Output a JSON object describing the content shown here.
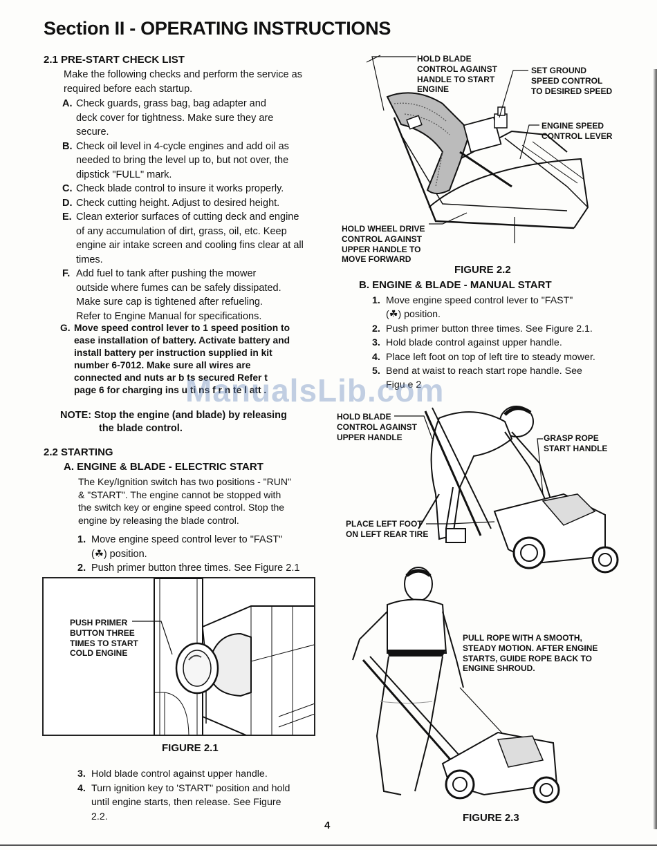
{
  "header": {
    "title": "Section II - OPERATING INSTRUCTIONS"
  },
  "s21": {
    "heading": "2.1 PRE-START CHECK LIST",
    "intro": [
      "Make the following checks and perform the service as",
      "required before each startup."
    ],
    "items": [
      {
        "k": "A.",
        "lines": [
          "Check guards, grass bag, bag adapter and",
          "deck cover for tightness. Make sure they are",
          "secure."
        ]
      },
      {
        "k": "B.",
        "lines": [
          "Check oil level in 4-cycle engines and add oil as",
          "needed to bring the level up to, but not over, the",
          "dipstick \"FULL\" mark."
        ]
      },
      {
        "k": "C.",
        "lines": [
          "Check blade control to insure it works properly."
        ]
      },
      {
        "k": "D.",
        "lines": [
          "Check cutting height.  Adjust to desired height."
        ]
      },
      {
        "k": "E.",
        "lines": [
          "Clean exterior surfaces of cutting deck and engine",
          "of any accumulation of dirt, grass, oil, etc.  Keep",
          "engine air intake screen and cooling fins clear at all",
          "times."
        ]
      },
      {
        "k": "F.",
        "lines": [
          "Add fuel to tank after pushing the mower",
          "outside where fumes can be safely dissipated.",
          "Make sure cap is tightened after refueling.",
          "Refer to Engine Manual for specifications."
        ]
      }
    ],
    "itemG": {
      "k": "G.",
      "lines": [
        "Move speed control lever to 1 speed position to",
        "ease installation of battery. Activate battery and",
        "install battery per instruction supplied in kit",
        "number 6-7012.  Make sure all wires are",
        "connected and nuts ar  b  ts secured  Refer t",
        "page 6 for charging ins  u  ti  ns  f  r  n  te  l att  ."
      ]
    },
    "note": [
      "NOTE: Stop the engine (and blade) by releasing",
      "the blade control."
    ]
  },
  "s22": {
    "heading": "2.2 STARTING",
    "subA": "A.  ENGINE & BLADE - ELECTRIC START",
    "paraA": [
      "The Key/Ignition switch has two positions - \"RUN\"",
      "& \"START\". The engine cannot be stopped with",
      "the switch key or engine speed control. Stop the",
      "engine by releasing the blade control."
    ],
    "stepsA1": [
      {
        "k": "1.",
        "lines": [
          "Move engine speed control lever to \"FAST\"",
          "(☘) position."
        ]
      },
      {
        "k": "2.",
        "lines": [
          "Push primer button three times. See Figure 2.1"
        ]
      }
    ],
    "stepsA2": [
      {
        "k": "3.",
        "lines": [
          "Hold blade control against upper handle."
        ]
      },
      {
        "k": "4.",
        "lines": [
          "Turn ignition key to 'START\" position and hold",
          "until engine starts, then release.  See Figure",
          "2.2."
        ]
      }
    ],
    "subB": "B.  ENGINE & BLADE - MANUAL START",
    "stepsB": [
      {
        "k": "1.",
        "lines": [
          "Move engine speed control lever to \"FAST\"",
          "(☘) position."
        ]
      },
      {
        "k": "2.",
        "lines": [
          "Push primer button three times. See Figure 2.1."
        ]
      },
      {
        "k": "3.",
        "lines": [
          "Hold blade control against upper handle."
        ]
      },
      {
        "k": "4.",
        "lines": [
          "Place left foot on top of left tire to steady mower."
        ]
      },
      {
        "k": "5.",
        "lines": [
          "Bend at waist to reach start rope handle. See",
          "Figu  e 2"
        ]
      }
    ]
  },
  "fig21": {
    "caption": "FIGURE 2.1",
    "label": [
      "PUSH PRIMER",
      "BUTTON THREE",
      "TIMES TO START",
      "COLD ENGINE"
    ]
  },
  "fig22": {
    "caption": "FIGURE 2.2",
    "hold_blade": [
      "HOLD BLADE",
      "CONTROL AGAINST",
      "HANDLE TO START",
      "ENGINE"
    ],
    "ground_speed": [
      "SET GROUND",
      "SPEED CONTROL",
      "TO DESIRED SPEED"
    ],
    "engine_speed": [
      "ENGINE SPEED",
      "CONTROL LEVER"
    ],
    "wheel_drive": [
      "HOLD WHEEL DRIVE",
      "CONTROL AGAINST",
      "UPPER HANDLE TO",
      "MOVE FORWARD"
    ]
  },
  "fig23": {
    "caption": "FIGURE 2.3",
    "hold_blade": [
      "HOLD BLADE",
      "CONTROL AGAINST",
      "UPPER HANDLE"
    ],
    "grasp": [
      "GRASP ROPE",
      "START HANDLE"
    ],
    "foot": [
      "PLACE LEFT FOOT",
      "ON LEFT REAR TIRE"
    ],
    "pull": [
      "PULL ROPE WITH A SMOOTH,",
      "STEADY MOTION. AFTER ENGINE",
      "STARTS, GUIDE ROPE BACK TO",
      "ENGINE SHROUD."
    ]
  },
  "page_number": "4",
  "watermark": "ManualsLib.com"
}
